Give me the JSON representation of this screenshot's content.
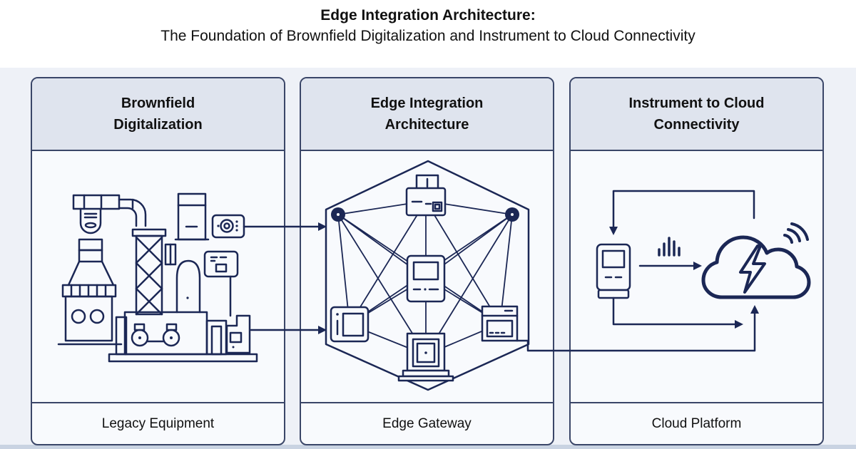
{
  "title": {
    "heading": "Edge Integration Architecture:",
    "subheading": "The Foundation of Brownfield Digitalization and Instrument to Cloud Connectivity"
  },
  "columns": [
    {
      "header": "Brownfield Digitalization",
      "footer": "Legacy Equipment",
      "illustration": "legacy-factory-line-art"
    },
    {
      "header": "Edge Integration Architecture",
      "footer": "Edge Gateway",
      "illustration": "hexagon-device-network"
    },
    {
      "header": "Instrument to Cloud Connectivity",
      "footer": "Cloud Platform",
      "illustration": "instrument-to-cloud-flow"
    }
  ],
  "icons": [
    "factory-illustration",
    "dial-controller-icon",
    "control-box-icon",
    "machine-icon",
    "hexagon-outline",
    "network-node-dot",
    "printer-device-icon",
    "controller-device-icon",
    "hmi-device-icon",
    "browser-device-icon",
    "terminal-device-icon",
    "instrument-meter-icon",
    "signal-bars-icon",
    "cloud-icon",
    "lightning-bolt-icon",
    "wifi-signal-icon",
    "arrow-right",
    "arrow-down",
    "arrow-up"
  ],
  "colors": {
    "line_navy": "#1b2755",
    "border": "#3a4668",
    "header_bg": "#dfe4ee",
    "panel_bg": "#f8fafd",
    "page_bg": "#eef1f7",
    "bottom_strip": "#c9d3e2",
    "text": "#111111"
  }
}
